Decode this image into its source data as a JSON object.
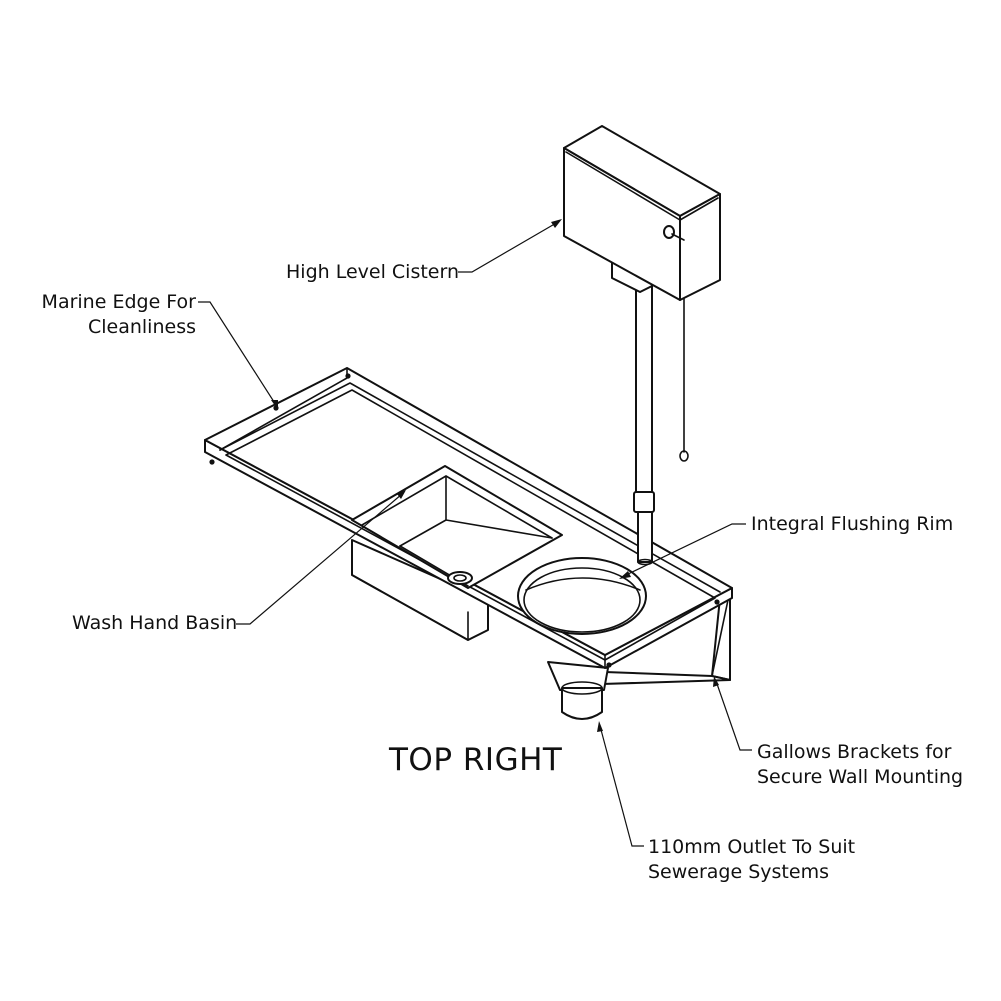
{
  "labels": {
    "cistern": "High Level Cistern",
    "marine_edge_line1": "Marine Edge For",
    "marine_edge_line2": "Cleanliness",
    "flushing_rim": "Integral Flushing Rim",
    "basin": "Wash Hand Basin",
    "gallows_line1": "Gallows Brackets for",
    "gallows_line2": "Secure Wall Mounting",
    "outlet_line1": "110mm Outlet To Suit",
    "outlet_line2": "Sewerage Systems"
  },
  "view_title": "TOP RIGHT"
}
